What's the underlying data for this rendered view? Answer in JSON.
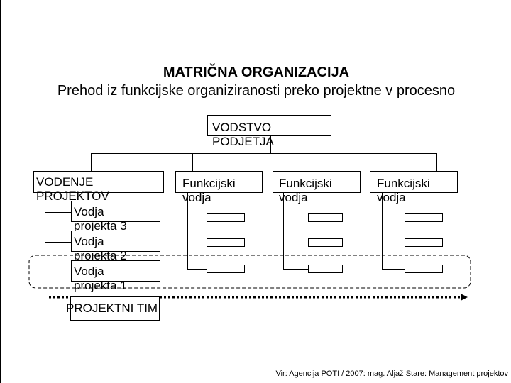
{
  "title": "MATRIČNA ORGANIZACIJA",
  "subtitle": "Prehod iz funkcijske organiziranosti preko projektne v procesno",
  "top": {
    "label": "VODSTVO PODJETJA"
  },
  "project_mgmt": {
    "label": "VODENJE PROJEKTOV"
  },
  "project_leaders": [
    {
      "label": "Vodja projekta 3"
    },
    {
      "label": "Vodja projekta 2"
    },
    {
      "label": "Vodja projekta 1"
    }
  ],
  "functional_leaders": [
    {
      "label": "Funkcijski vodja"
    },
    {
      "label": "Funkcijski vodja"
    },
    {
      "label": "Funkcijski vodja"
    }
  ],
  "project_team": {
    "label": "PROJEKTNI TIM"
  },
  "source": "Vir: Agencija POTI / 2007: mag. Aljaž Stare: Management projektov"
}
